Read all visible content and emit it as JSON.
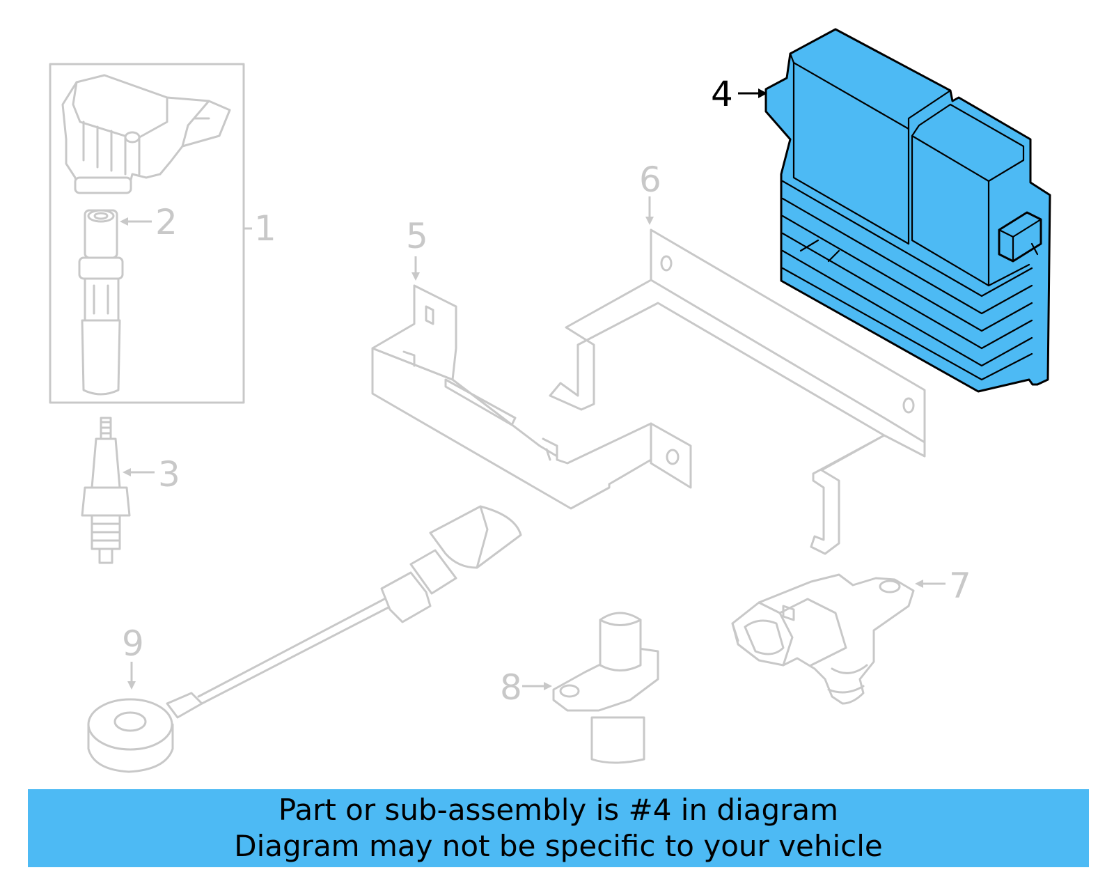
{
  "callouts": {
    "c1": "1",
    "c2": "2",
    "c3": "3",
    "c4": "4",
    "c5": "5",
    "c6": "6",
    "c7": "7",
    "c8": "8",
    "c9": "9"
  },
  "highlight_color": "#4dbaf4",
  "ghost_color": "#c8c8c8",
  "banner": {
    "line1": "Part or sub-assembly is #4 in diagram",
    "line2": "Diagram may not be specific to your vehicle"
  }
}
